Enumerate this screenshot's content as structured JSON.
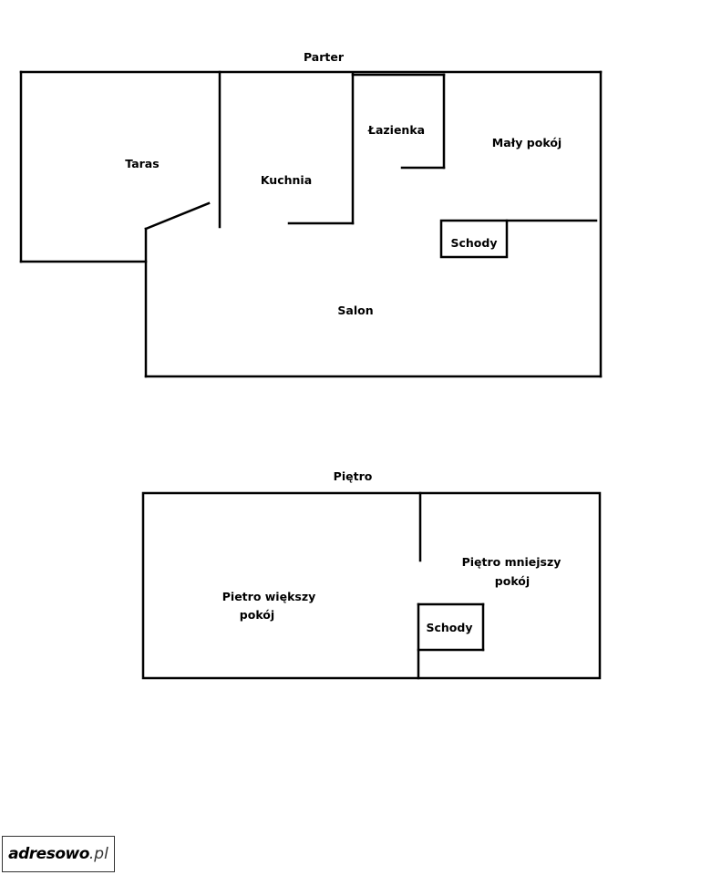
{
  "ground_floor": {
    "title": "Parter",
    "rooms": {
      "taras": "Taras",
      "kuchnia": "Kuchnia",
      "lazienka": "Łazienka",
      "maly_pokoj": "Mały pokój",
      "schody": "Schody",
      "salon": "Salon"
    }
  },
  "upper_floor": {
    "title": "Piętro",
    "rooms": {
      "wiekszy_line1": "Pietro większy",
      "wiekszy_line2": "pokój",
      "mniejszy_line1": "Piętro mniejszy",
      "mniejszy_line2": "pokój",
      "schody": "Schody"
    }
  },
  "logo": {
    "brand": "adresowo",
    "suffix": ".pl"
  }
}
